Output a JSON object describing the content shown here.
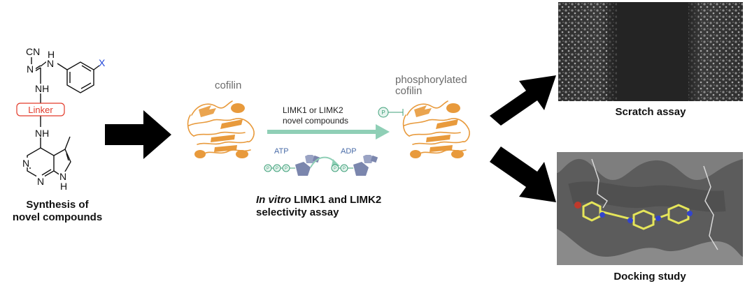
{
  "structure": {
    "cn_label": "CN",
    "n1": "N",
    "h1": "H",
    "nh1": "NH",
    "nh2": "NH",
    "x_label": "X",
    "linker": "Linker",
    "n_py1": "N",
    "n_py2": "N",
    "n_py3": "N",
    "h_py": "H",
    "caption_line1": "Synthesis of",
    "caption_line2": "novel compounds"
  },
  "assay": {
    "cofilin": "cofilin",
    "phospho_line1": "phosphorylated",
    "phospho_line2": "cofilin",
    "enzyme_line1": "LIMK1 or LIMK2",
    "enzyme_line2": "novel compounds",
    "atp": "ATP",
    "adp": "ADP",
    "p": "P",
    "caption_italic": "In vitro",
    "caption_rest": " LIMK1 and LIMK2",
    "caption_line2": "selectivity assay"
  },
  "outputs": {
    "scratch": "Scratch assay",
    "docking": "Docking study"
  },
  "colors": {
    "protein": "#e89a3c",
    "arrow_green": "#8fcfb6",
    "phosphate": "#3fa07a",
    "sugar": "#7b86ad",
    "linker_red": "#e23a2a",
    "x_blue": "#2347d8"
  }
}
